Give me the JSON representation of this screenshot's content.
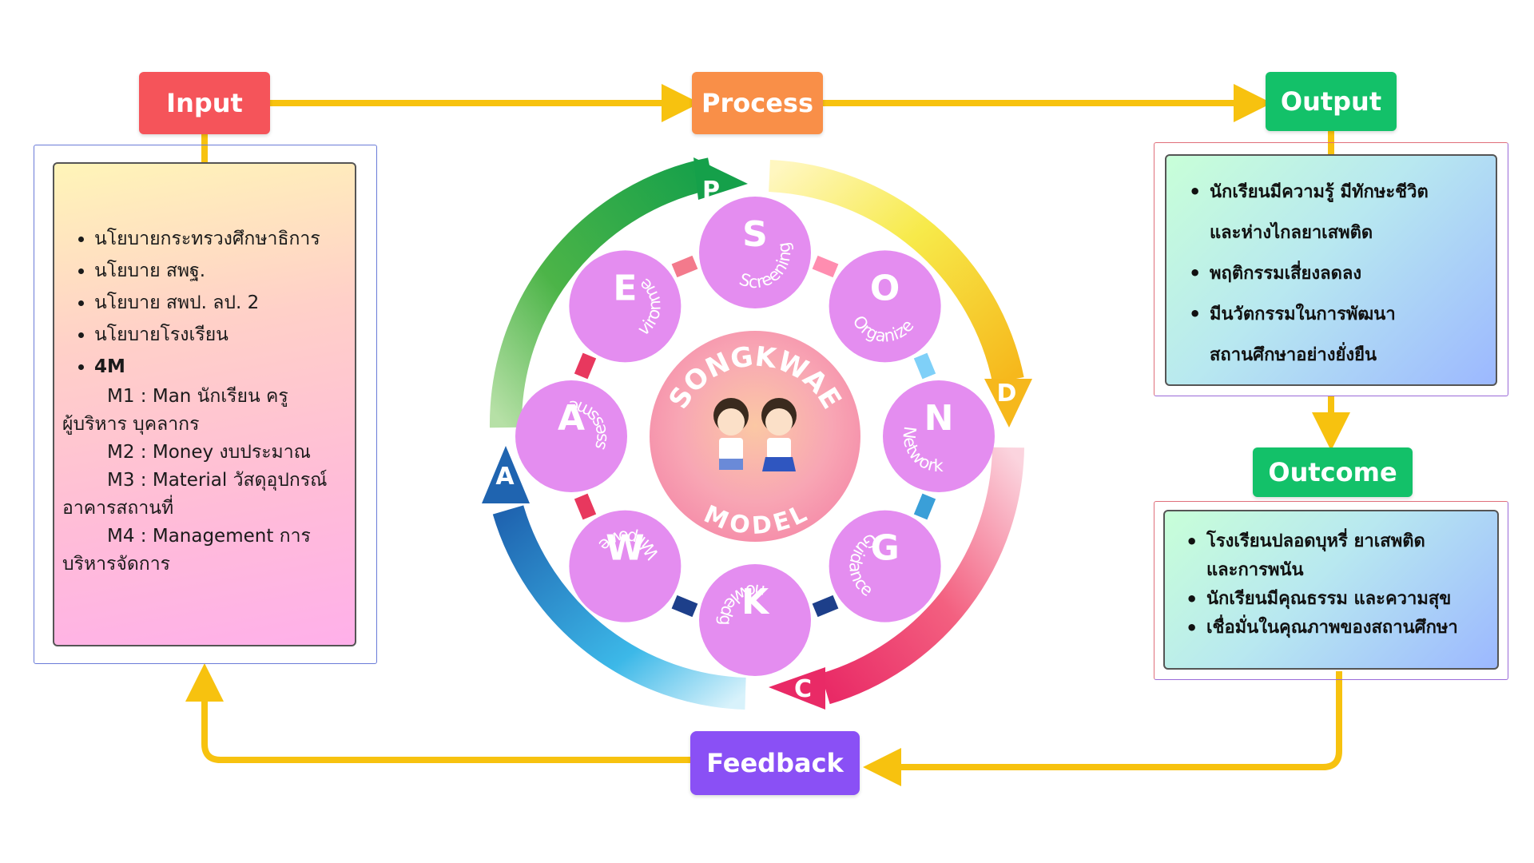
{
  "tags": {
    "input": "Input",
    "process": "Process",
    "output": "Output",
    "outcome": "Outcome",
    "feedback": "Feedback"
  },
  "input_box": {
    "bullets": [
      "นโยบายกระทรวงศึกษาธิการ",
      "นโยบาย สพฐ.",
      "นโยบาย สพป. ลป. 2",
      "นโยบายโรงเรียน",
      "4M"
    ],
    "m_lines": [
      [
        "M1 : Man นักเรียน ครู",
        "ผู้บริหาร บุคลากร"
      ],
      [
        "M2 : Money งบประมาณ"
      ],
      [
        "M3 : Material วัสดุอุปกรณ์",
        "อาคารสถานที่"
      ],
      [
        "M4 : Management การ",
        "บริหารจัดการ"
      ]
    ]
  },
  "output_box": {
    "lines": [
      "นักเรียนมีความรู้ มีทักษะชีวิต",
      "และห่างไกลยาเสพติด",
      "พฤติกรรมเสี่ยงลดลง",
      "มีนวัตกรรมในการพัฒนา",
      "สถานศึกษาอย่างยั่งยืน"
    ]
  },
  "outcome_box": {
    "lines": [
      "โรงเรียนปลอดบุหรี่ ยาเสพติด",
      "และการพนัน",
      "นักเรียนมีคุณธรรม และความสุข",
      "เชื่อมั่นในคุณภาพของสถานศึกษา"
    ]
  },
  "cycle": {
    "center_top": "SONGKWAE",
    "center_bottom": "MODEL",
    "pdca": [
      "P",
      "D",
      "C",
      "A"
    ],
    "nodes": [
      {
        "letter": "S",
        "word": "Screening"
      },
      {
        "letter": "O",
        "word": "Organize"
      },
      {
        "letter": "N",
        "word": "Network"
      },
      {
        "letter": "G",
        "word": "Guidance"
      },
      {
        "letter": "K",
        "word": "Knowledge"
      },
      {
        "letter": "W",
        "word": "Willpower"
      },
      {
        "letter": "A",
        "word": "Assessment"
      },
      {
        "letter": "E",
        "word": "Environment"
      }
    ]
  },
  "colors": {
    "input": "#f5545a",
    "process": "#f98f48",
    "output": "#13c169",
    "outcome": "#13c169",
    "feedback": "#8a50f5",
    "connector": "#f7c20f",
    "node": "#e48df0",
    "node_text": "#ffffff",
    "center_fill": "#f7a0b8"
  }
}
